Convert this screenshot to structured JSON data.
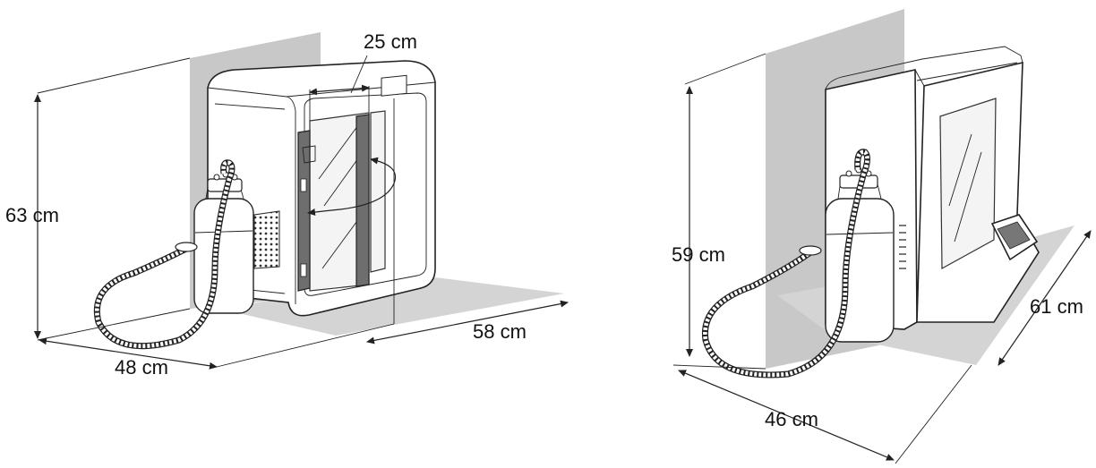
{
  "diagram": {
    "left_instrument": {
      "height_label": "63 cm",
      "width_label": "48 cm",
      "depth_label": "58 cm",
      "door_label": "25 cm"
    },
    "right_instrument": {
      "height_label": "59 cm",
      "width_label": "46 cm",
      "depth_label": "61 cm"
    },
    "colors": {
      "floor_shade": "#d4d4d4",
      "wall_shade": "#c8c8c8",
      "door_panel": "#6e6e6e",
      "line": "#222222"
    }
  }
}
